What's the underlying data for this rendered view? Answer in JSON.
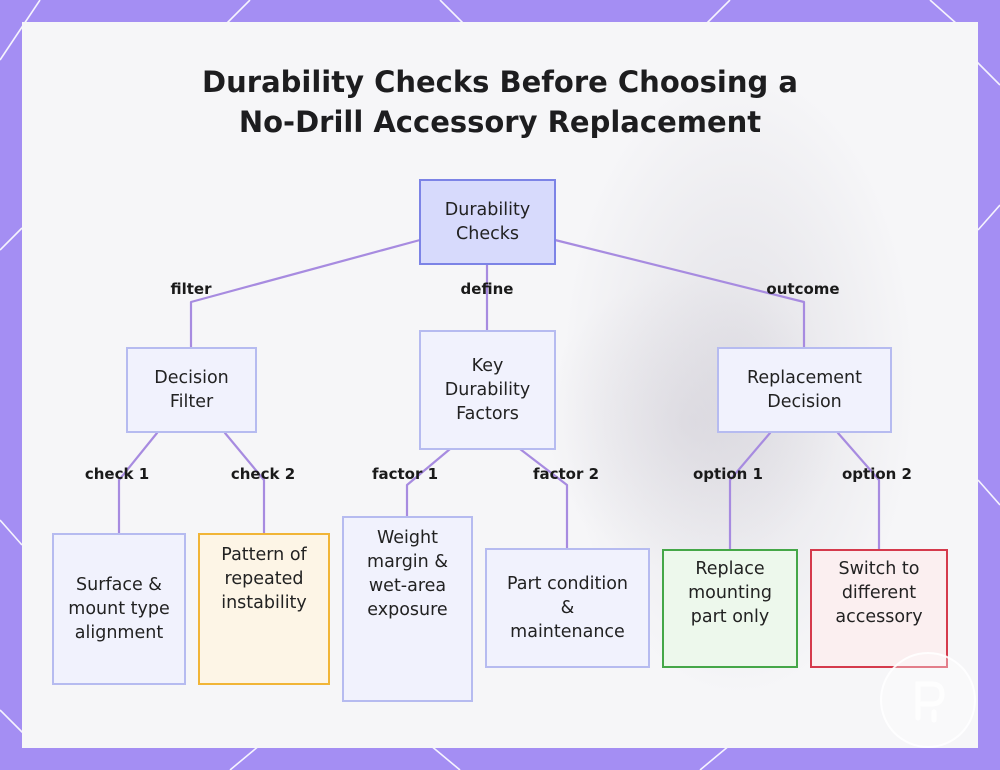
{
  "title": {
    "line1": "Durability Checks Before Choosing a",
    "line2": "No-Drill Accessory Replacement"
  },
  "colors": {
    "frame": "#a48ef3",
    "edge": "#a78be0",
    "root_fill": "#d7dafc",
    "root_border": "#7c83e6",
    "default_border": "#b6bbf0",
    "orange_border": "#f1b537",
    "green_border": "#45a748",
    "red_border": "#d53a4c"
  },
  "nodes": {
    "root": "Durability Checks",
    "decision_filter": "Decision Filter",
    "key_factors": "Key Durability Factors",
    "replacement_decision": "Replacement Decision",
    "surface_mount": "Surface & mount type alignment",
    "repeated_instability": "Pattern of repeated instability",
    "weight_margin": "Weight margin & wet-area exposure",
    "part_condition": "Part condition & maintenance",
    "replace_part": "Replace mounting part only",
    "switch_accessory": "Switch to different accessory"
  },
  "edge_labels": {
    "filter": "filter",
    "define": "define",
    "outcome": "outcome",
    "check1": "check 1",
    "check2": "check 2",
    "factor1": "factor 1",
    "factor2": "factor 2",
    "option1": "option 1",
    "option2": "option 2"
  },
  "logo_icon": "brand-logo-icon"
}
